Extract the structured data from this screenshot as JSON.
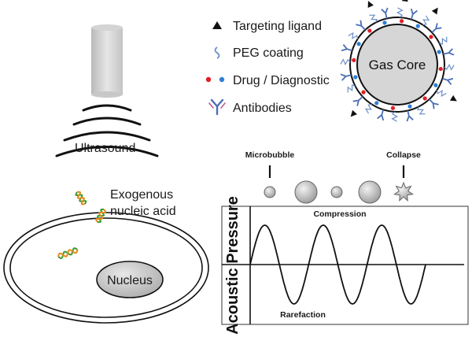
{
  "ultrasound": {
    "label": "Ultrasound"
  },
  "legend": {
    "items": [
      {
        "symbol": "triangle",
        "label": "Targeting ligand"
      },
      {
        "symbol": "squiggle",
        "label": "PEG coating"
      },
      {
        "symbol": "dots",
        "label": "Drug / Diagnostic"
      },
      {
        "symbol": "antibody",
        "label": "Antibodies"
      }
    ]
  },
  "microbubble_particle": {
    "core_label": "Gas Core"
  },
  "cell": {
    "nucleic_acid_label_line1": "Exogenous",
    "nucleic_acid_label_line2": "nucleic acid",
    "nucleus_label": "Nucleus"
  },
  "pressure_graph": {
    "microbubble_label": "Microbubble",
    "collapse_label": "Collapse",
    "compression_label": "Compression",
    "rarefaction_label": "Rarefaction",
    "axis_title": "Acoustic Pressure"
  },
  "colors": {
    "drug_red": "#e01f26",
    "drug_blue": "#2f7fd6",
    "antibody_blue": "#4a6fb5",
    "peg_blue": "#6b8fc9",
    "nucleic_green": "#3a9a32",
    "nucleic_orange": "#e88a1a"
  }
}
